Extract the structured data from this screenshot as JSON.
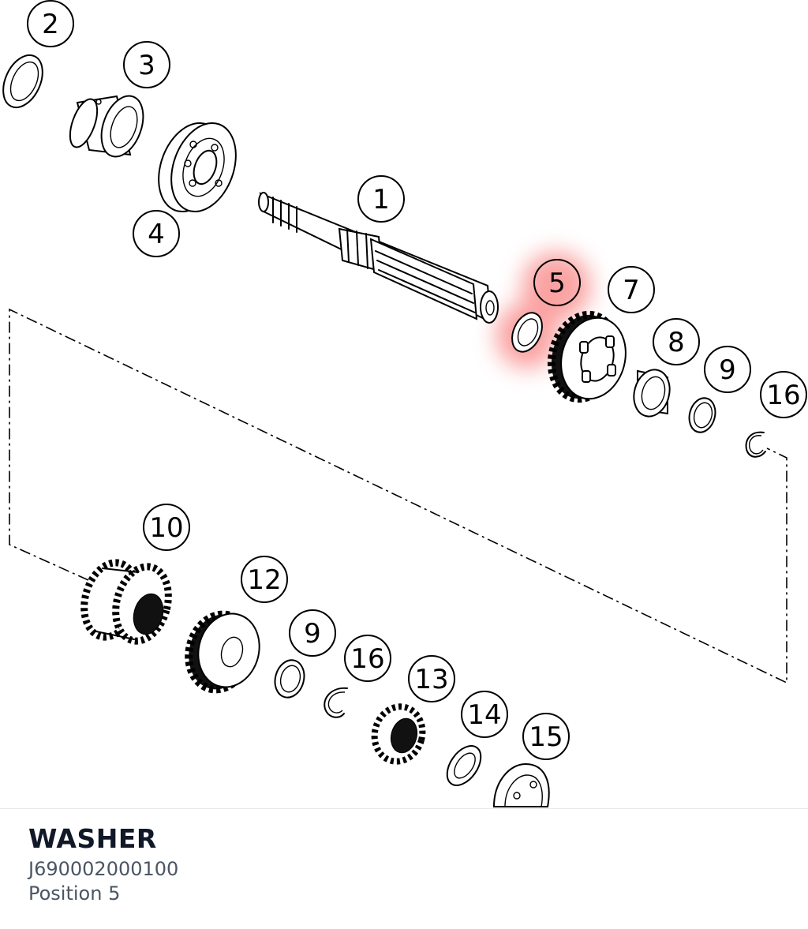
{
  "part": {
    "name": "WASHER",
    "number": "J690002000100",
    "position": "Position 5"
  },
  "highlight_color": "#f87171",
  "callouts": [
    {
      "id": "c2",
      "label": "2"
    },
    {
      "id": "c3",
      "label": "3"
    },
    {
      "id": "c4",
      "label": "4"
    },
    {
      "id": "c1",
      "label": "1"
    },
    {
      "id": "c5",
      "label": "5",
      "highlighted": true
    },
    {
      "id": "c7",
      "label": "7"
    },
    {
      "id": "c8",
      "label": "8"
    },
    {
      "id": "c9a",
      "label": "9"
    },
    {
      "id": "c16a",
      "label": "16"
    },
    {
      "id": "c10",
      "label": "10"
    },
    {
      "id": "c12",
      "label": "12"
    },
    {
      "id": "c9b",
      "label": "9"
    },
    {
      "id": "c16b",
      "label": "16"
    },
    {
      "id": "c13",
      "label": "13"
    },
    {
      "id": "c14",
      "label": "14"
    },
    {
      "id": "c15",
      "label": "15"
    }
  ]
}
